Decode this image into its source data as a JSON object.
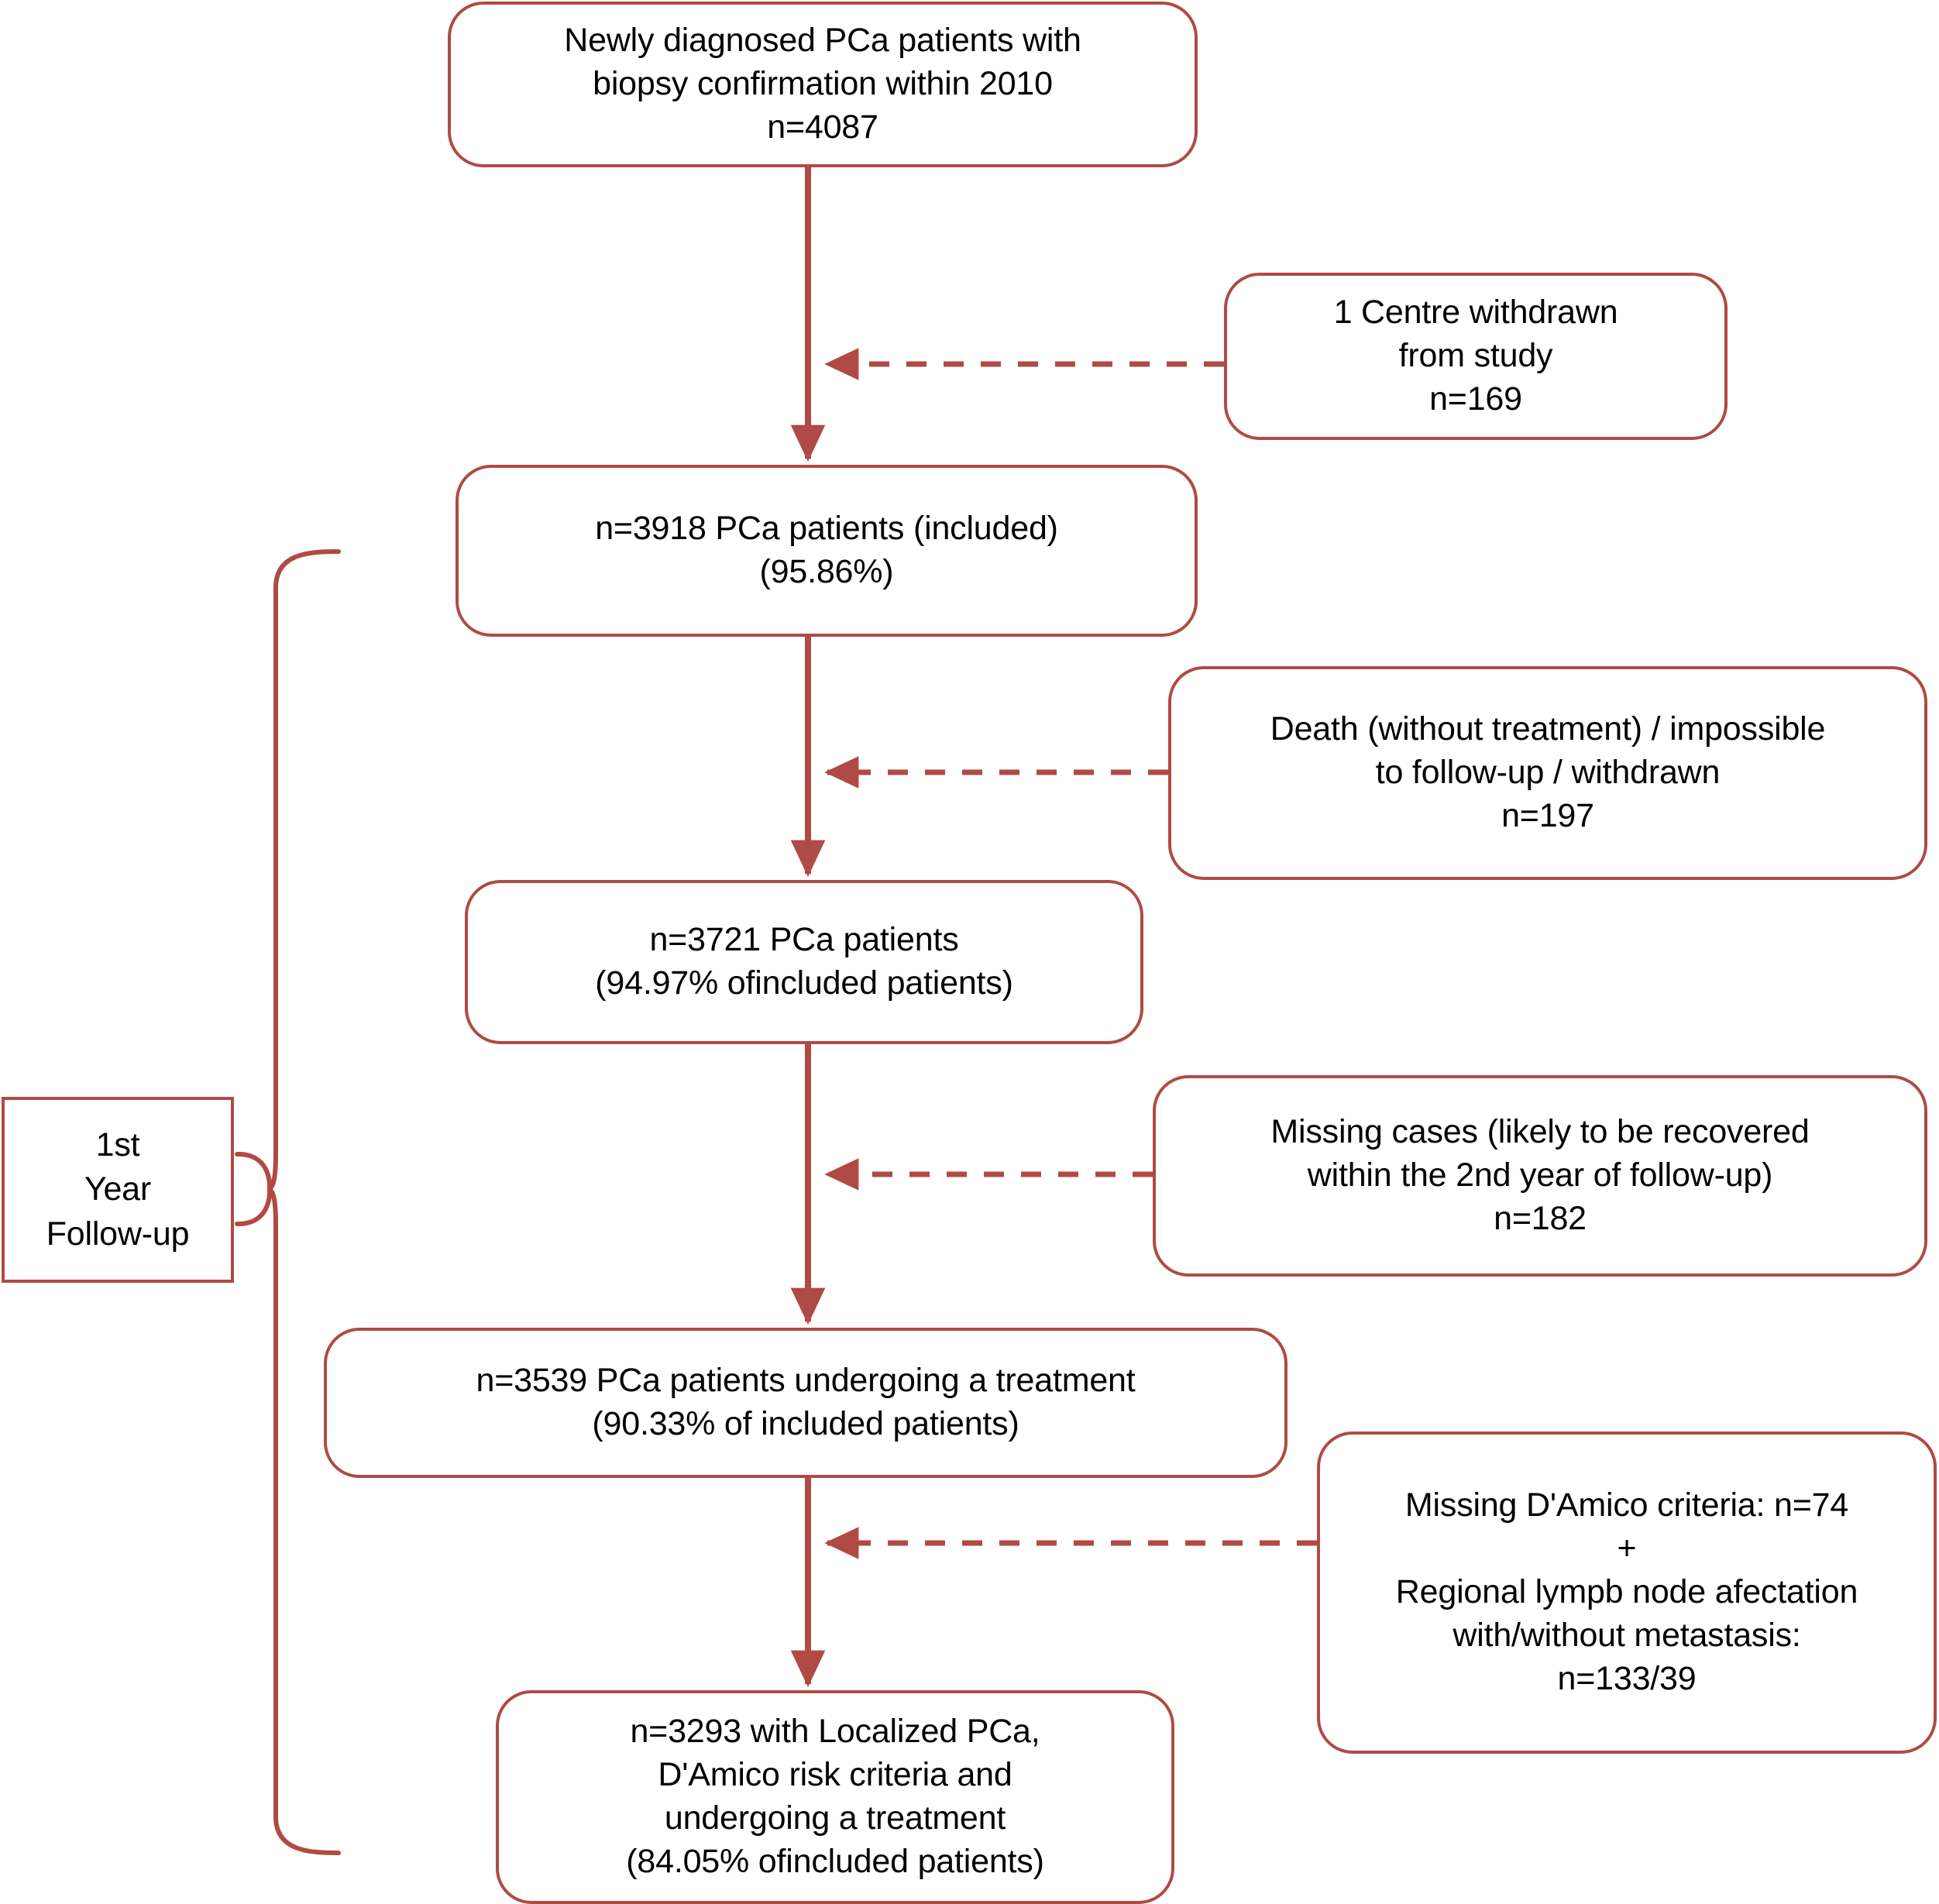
{
  "diagram": {
    "title": "Prostate cancer patient flow diagram",
    "accent_color": "#b04a44",
    "text_color": "#000000",
    "background": "#ffffff"
  },
  "nodes": {
    "screened": {
      "text": "Newly diagnosed PCa patients with\nbiopsy confirmation within 2010\nn=4087",
      "n": 4087
    },
    "included": {
      "text": "n=3918 PCa patients (included)\n(95.86%)",
      "n": 3918,
      "percent": "95.86%"
    },
    "followed": {
      "text": "n=3721 PCa patients\n(94.97% ofincluded patients)",
      "n": 3721,
      "percent": "94.97%"
    },
    "treated": {
      "text": "n=3539 PCa patients undergoing a treatment\n(90.33% of included patients)",
      "n": 3539,
      "percent": "90.33%"
    },
    "final": {
      "text": "n=3293 with Localized PCa,\nD'Amico risk criteria and\nundergoing a treatment\n(84.05% ofincluded patients)",
      "n": 3293,
      "percent": "84.05%"
    }
  },
  "exclusions": {
    "centre": {
      "text": "1 Centre withdrawn\nfrom study\nn=169",
      "n": 169
    },
    "death": {
      "text": "Death (without treatment) / impossible\nto follow-up / withdrawn\nn=197",
      "n": 197
    },
    "missing": {
      "text": "Missing cases (likely to be recovered\nwithin the 2nd year of follow-up)\nn=182",
      "n": 182
    },
    "damico": {
      "text": "Missing D'Amico criteria: n=74\n+\nRegional lympb node afectation\nwith/without metastasis:\nn=133/39",
      "n_missing_criteria": 74,
      "n_node_metastasis": "133/39"
    }
  },
  "brace": {
    "label": "1st\nYear\nFollow-up"
  }
}
